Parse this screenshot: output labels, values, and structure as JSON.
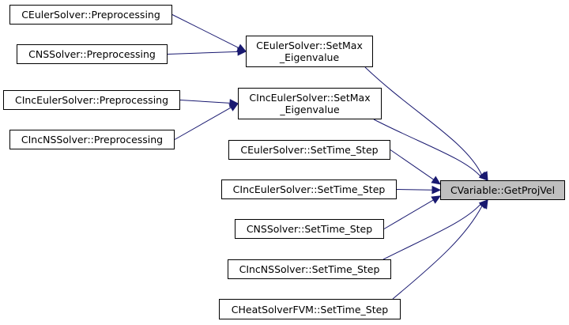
{
  "graph": {
    "edge_color": "#191970",
    "target_fill": "#bfbfbf",
    "node_fill": "#ffffff",
    "nodes": {
      "euler_preprocessing": {
        "lines": [
          "CEulerSolver::Preprocessing"
        ]
      },
      "ns_preprocessing": {
        "lines": [
          "CNSSolver::Preprocessing"
        ]
      },
      "euler_setmax": {
        "lines": [
          "CEulerSolver::SetMax",
          "_Eigenvalue"
        ]
      },
      "inceuler_preprocessing": {
        "lines": [
          "CIncEulerSolver::Preprocessing"
        ]
      },
      "incns_preprocessing": {
        "lines": [
          "CIncNSSolver::Preprocessing"
        ]
      },
      "inceuler_setmax": {
        "lines": [
          "CIncEulerSolver::SetMax",
          "_Eigenvalue"
        ]
      },
      "euler_settimestep": {
        "lines": [
          "CEulerSolver::SetTime_Step"
        ]
      },
      "inceuler_settimestep": {
        "lines": [
          "CIncEulerSolver::SetTime_Step"
        ]
      },
      "ns_settimestep": {
        "lines": [
          "CNSSolver::SetTime_Step"
        ]
      },
      "incns_settimestep": {
        "lines": [
          "CIncNSSolver::SetTime_Step"
        ]
      },
      "heatfvm_settimestep": {
        "lines": [
          "CHeatSolverFVM::SetTime_Step"
        ]
      },
      "variable_getprojvel": {
        "lines": [
          "CVariable::GetProjVel"
        ]
      }
    },
    "edges": [
      [
        "euler_preprocessing",
        "euler_setmax"
      ],
      [
        "ns_preprocessing",
        "euler_setmax"
      ],
      [
        "inceuler_preprocessing",
        "inceuler_setmax"
      ],
      [
        "incns_preprocessing",
        "inceuler_setmax"
      ],
      [
        "euler_setmax",
        "variable_getprojvel"
      ],
      [
        "inceuler_setmax",
        "variable_getprojvel"
      ],
      [
        "euler_settimestep",
        "variable_getprojvel"
      ],
      [
        "inceuler_settimestep",
        "variable_getprojvel"
      ],
      [
        "ns_settimestep",
        "variable_getprojvel"
      ],
      [
        "incns_settimestep",
        "variable_getprojvel"
      ],
      [
        "heatfvm_settimestep",
        "variable_getprojvel"
      ]
    ]
  }
}
